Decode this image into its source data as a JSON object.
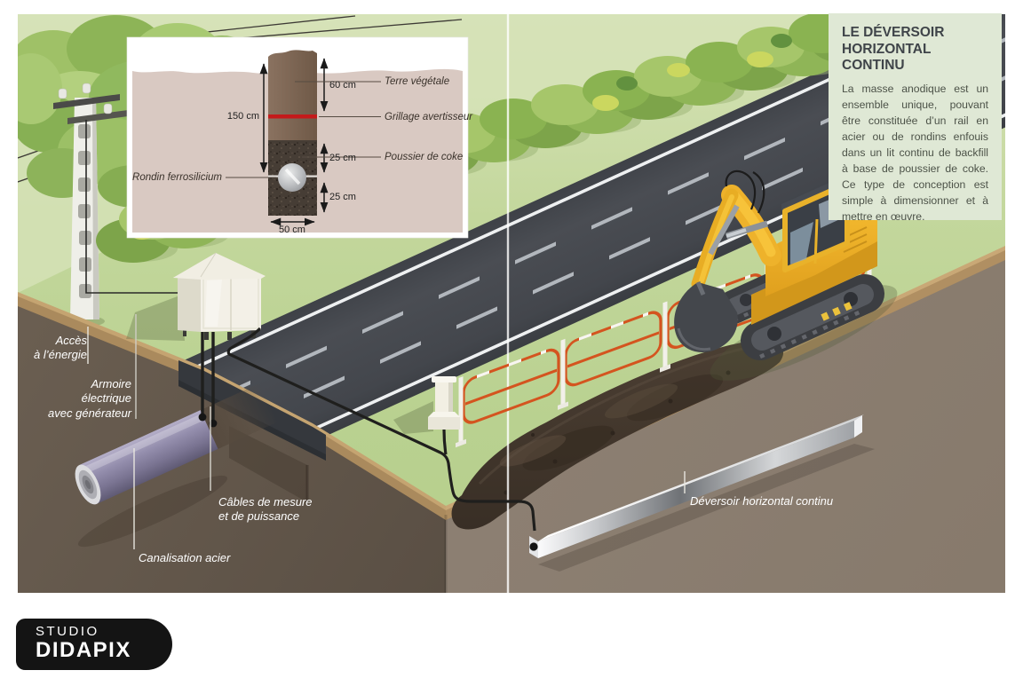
{
  "info_panel": {
    "title": "LE DÉVERSOIR HORIZONTAL CONTINU",
    "body": "La masse anodique est un ensemble unique, pouvant être constituée d’un rail en acier ou de rondins enfouis dans un lit continu de backfill à base de poussier de coke. Ce type de conception est simple à dimensionner et à mettre en œuvre."
  },
  "inset": {
    "terre": "Terre végétale",
    "grillage": "Grillage avertisseur",
    "poussier": "Poussier de coke",
    "rondin": "Rondin ferrosilicium",
    "d150": "150 cm",
    "d60": "60 cm",
    "d25a": "25 cm",
    "d25b": "25 cm",
    "d50": "50 cm"
  },
  "labels": {
    "acces": "Accès\nà l’énergie",
    "armoire": "Armoire\nélectrique\navec générateur",
    "cables": "Câbles de mesure\net de puissance",
    "canalisation": "Canalisation acier",
    "deversoir": "Déversoir horizontal continu"
  },
  "logo": {
    "studio": "STUDIO",
    "didapix": "DIDAPIX"
  },
  "colors": {
    "fence_orange": "#d4541f",
    "warning_red": "#c41a1b",
    "excavator_yellow": "#f0b42c",
    "panel_green": "#dfe8d5",
    "inset_pink": "#d9c9c2"
  }
}
